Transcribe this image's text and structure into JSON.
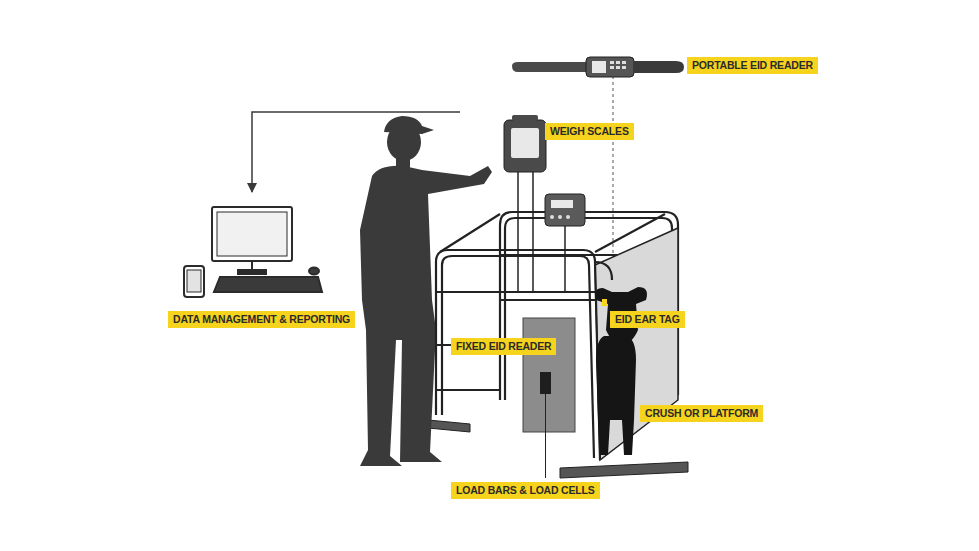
{
  "diagram": {
    "labels": [
      "PORTABLE EID READER",
      "WEIGH SCALES",
      "DATA MANAGEMENT & REPORTING",
      "EID EAR TAG",
      "FIXED EID READER",
      "CRUSH OR PLATFORM",
      "LOAD BARS & LOAD CELLS"
    ]
  }
}
